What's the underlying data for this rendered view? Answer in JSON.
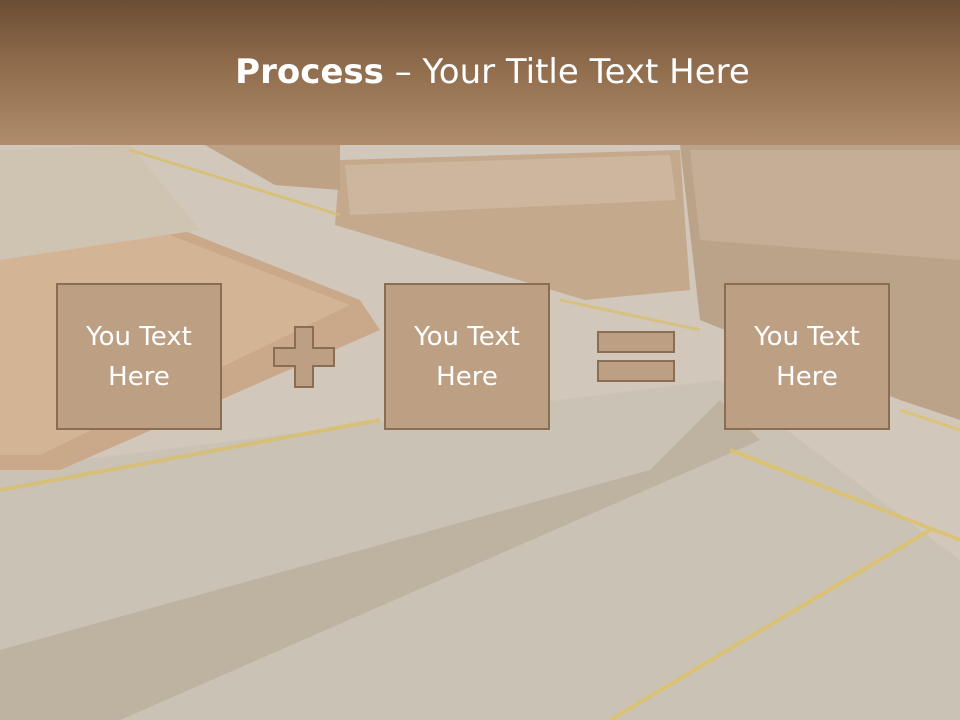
{
  "title": {
    "bold": "Process",
    "dash": " – ",
    "rest": "Your Title Text Here"
  },
  "boxes": [
    {
      "text": "You Text Here"
    },
    {
      "text": "You Text Here"
    },
    {
      "text": "You Text Here"
    }
  ],
  "operators": [
    "plus-icon",
    "equals-icon"
  ],
  "colors": {
    "header_top": "#6b4d33",
    "header_bottom": "#b08c6c",
    "box_fill": "#bd9f83",
    "box_border": "#8a6d52",
    "operator_fill": "#bd9f83"
  }
}
